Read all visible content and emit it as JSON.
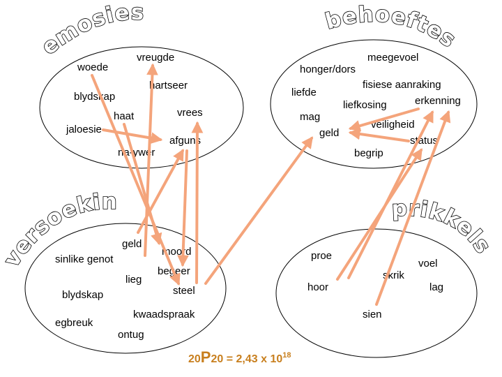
{
  "groups": {
    "emosies": {
      "title": "emosies",
      "words": {
        "woede": "woede",
        "vreugde": "vreugde",
        "hartseer": "hartseer",
        "blydskap": "blydskap",
        "haat": "haat",
        "vrees": "vrees",
        "jaloesie": "jaloesie",
        "afguns": "afguns",
        "na_ywer": "na-ywer"
      }
    },
    "behoeftes": {
      "title": "behoeftes",
      "words": {
        "meegevoel": "meegevoel",
        "honger_dors": "honger/dors",
        "fisiese_aanraking": "fisiese aanraking",
        "liefde": "liefde",
        "liefkosing": "liefkosing",
        "erkenning": "erkenning",
        "mag": "mag",
        "geld": "geld",
        "veiligheid": "veiligheid",
        "status": "status",
        "begrip": "begrip"
      }
    },
    "versoeking": {
      "title": "versoeking",
      "words": {
        "geld": "geld",
        "moord": "moord",
        "sinlike_genot": "sinlike genot",
        "begeer": "begeer",
        "lieg": "lieg",
        "steel": "steel",
        "blydskap": "blydskap",
        "kwaadspraak": "kwaadspraak",
        "egbreuk": "egbreuk",
        "ontug": "ontug"
      }
    },
    "prikkels": {
      "title": "prikkels",
      "words": {
        "proe": "proe",
        "voel": "voel",
        "skrik": "skrik",
        "hoor": "hoor",
        "lag": "lag",
        "sien": "sien"
      }
    }
  },
  "formula": {
    "base": "20",
    "symbol": "P",
    "sub": "20",
    "rest": " = 2,43 x 10",
    "exponent": "18"
  },
  "colors": {
    "arrow": "#f4a47b",
    "formula": "#c87f1e"
  }
}
